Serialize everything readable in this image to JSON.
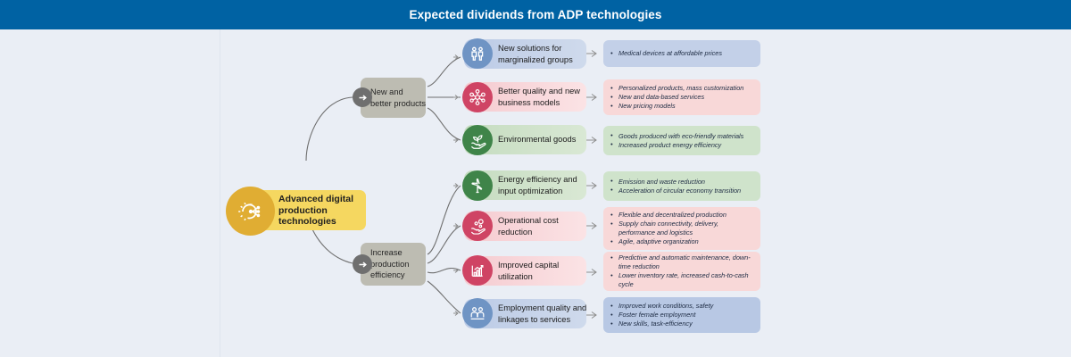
{
  "header": {
    "title": "Expected dividends from ADP technologies"
  },
  "root": {
    "label": "Advanced digital production technologies",
    "icon": "gear-circuit-icon",
    "box_color": "#f5d760",
    "circle_color": "#e0ad33"
  },
  "branches": [
    {
      "id": "new-and-better-products",
      "label": "New and better products",
      "badge_icon": "arrow-right-icon"
    },
    {
      "id": "increase-production-efficiency",
      "label": "Increase production efficiency",
      "badge_icon": "arrow-right-icon"
    }
  ],
  "rows": [
    {
      "id": "new-solutions-marginalized-groups",
      "title": "New solutions for marginalized groups",
      "icon": "people-accessibility-icon",
      "color": "#6f94c4",
      "card_style": "blue",
      "detail_style": "blue",
      "bullets": [
        "Medical devices at affordable prices"
      ]
    },
    {
      "id": "better-quality-new-business-models",
      "title": "Better quality and new business models",
      "icon": "network-nodes-icon",
      "color": "#cf4464",
      "card_style": "pink",
      "detail_style": "pink",
      "bullets": [
        "Personalized products, mass customization",
        "New and data-based services",
        "New pricing models"
      ]
    },
    {
      "id": "environmental-goods",
      "title": "Environmental goods",
      "icon": "hand-plant-icon",
      "color": "#3f8449",
      "card_style": "green",
      "detail_style": "green",
      "bullets": [
        "Goods produced with eco-friendly materials",
        "Increased product energy efficiency"
      ]
    },
    {
      "id": "energy-efficiency-input-optimization",
      "title": "Energy efficiency and input optimization",
      "icon": "wind-turbine-icon",
      "color": "#3f8449",
      "card_style": "green",
      "detail_style": "green",
      "bullets": [
        "Emission and waste reduction",
        "Acceleration of circular economy transition"
      ]
    },
    {
      "id": "operational-cost-reduction",
      "title": "Operational cost reduction",
      "icon": "hand-coins-icon",
      "color": "#cf4464",
      "card_style": "pink",
      "detail_style": "pink",
      "bullets": [
        "Flexible and decentralized production",
        "Supply chain connectivity, delivery, performance and logistics",
        "Agile, adaptive organization"
      ]
    },
    {
      "id": "improved-capital-utilization",
      "title": "Improved capital utilization",
      "icon": "bar-chart-growth-icon",
      "color": "#cf4464",
      "card_style": "pink",
      "detail_style": "pink",
      "bullets": [
        "Predictive and automatic maintenance, down-time reduction",
        "Lower inventory rate, increased cash-to-cash cycle"
      ]
    },
    {
      "id": "employment-quality-linkages-services",
      "title": "Employment quality and linkages to services",
      "icon": "two-people-icon",
      "color": "#6f94c4",
      "card_style": "blue",
      "detail_style": "blue",
      "bullets": [
        "Improved work conditions, safety",
        "Foster female employment",
        "New skills, task-efficiency"
      ]
    }
  ],
  "colors": {
    "header_bg": "#0062a3",
    "canvas_bg": "#eaeef5",
    "branch_bg": "#bdbcb2",
    "connector": "#6f6f6f"
  }
}
